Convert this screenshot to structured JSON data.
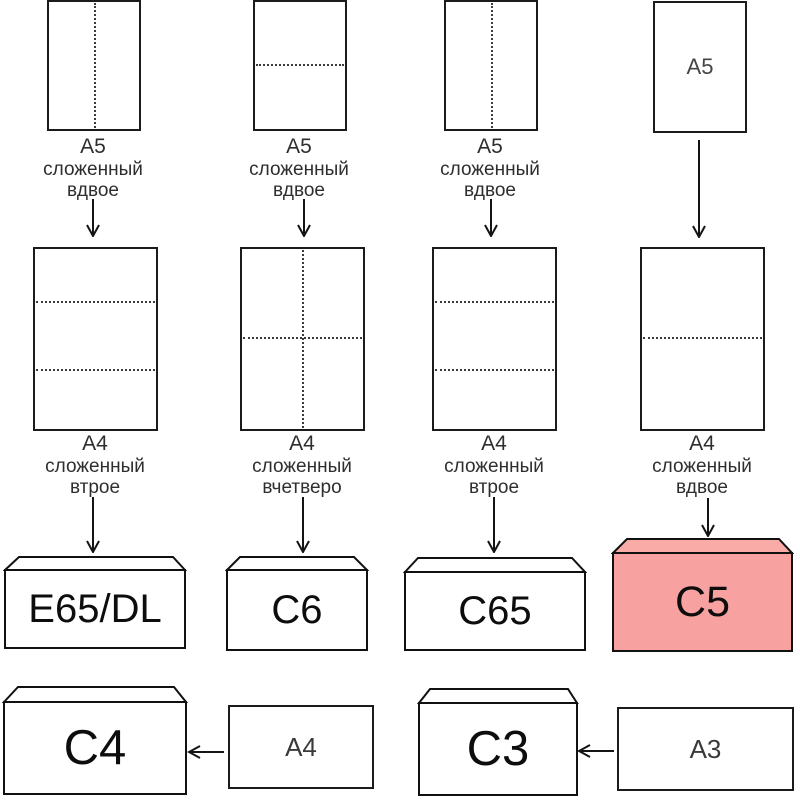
{
  "diagram": {
    "flows": [
      {
        "source_caption": [
          "А5",
          "сложенный",
          "вдвое"
        ],
        "target_caption": [
          "А4",
          "сложенный",
          "втрое"
        ],
        "envelope_label": "E65/DL",
        "highlighted": false
      },
      {
        "source_caption": [
          "А5",
          "сложенный",
          "вдвое"
        ],
        "target_caption": [
          "А4",
          "сложенный",
          "вчетверо"
        ],
        "envelope_label": "C6",
        "highlighted": false
      },
      {
        "source_caption": [
          "А5",
          "сложенный",
          "вдвое"
        ],
        "target_caption": [
          "А4",
          "сложенный",
          "втрое"
        ],
        "envelope_label": "C65",
        "highlighted": false
      },
      {
        "source_inner_label": "А5",
        "target_caption": [
          "А4",
          "сложенный",
          "вдвое"
        ],
        "envelope_label": "C5",
        "highlighted": true
      }
    ],
    "bottom": [
      {
        "envelope_label": "C4",
        "sheet_label": "А4"
      },
      {
        "envelope_label": "C3",
        "sheet_label": "А3"
      }
    ]
  },
  "colors": {
    "highlight_body": "#f7a1a0",
    "highlight_flap": "#f9aba8",
    "plain_fill": "#ffffff",
    "stroke": "#111111"
  }
}
